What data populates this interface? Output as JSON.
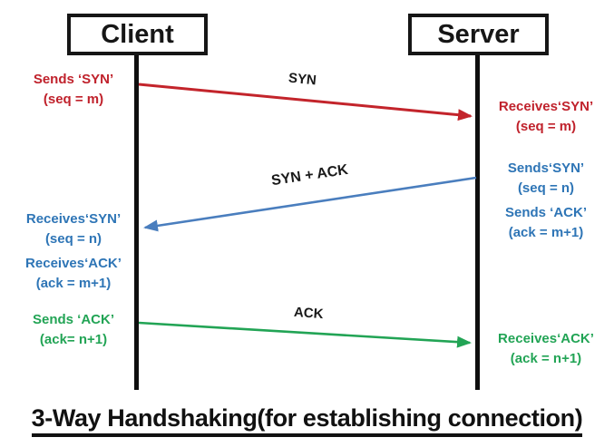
{
  "diagram": {
    "title": "3-Way Handshaking(for establishing connection)",
    "actors": [
      {
        "name": "Client"
      },
      {
        "name": "Server"
      }
    ],
    "colors": {
      "red": "#C0222C",
      "red_arrow": "#C3242B",
      "blue_text": "#2E75B6",
      "blue_arrow": "#4A7EBE",
      "green": "#22A455",
      "black": "#161616"
    },
    "arrows": [
      {
        "label": "SYN",
        "direction": "client-to-server"
      },
      {
        "label": "SYN + ACK",
        "direction": "server-to-client"
      },
      {
        "label": "ACK",
        "direction": "client-to-server"
      }
    ],
    "notes": {
      "left": [
        {
          "line1": "Sends ‘SYN’",
          "line2": "(seq = m)"
        },
        {
          "line1": "Receives‘SYN’",
          "line2": "(seq = n)"
        },
        {
          "line1": "Receives‘ACK’",
          "line2": "(ack = m+1)"
        },
        {
          "line1": "Sends ‘ACK’",
          "line2": "(ack= n+1)"
        }
      ],
      "right": [
        {
          "line1": "Receives‘SYN’",
          "line2": "(seq = m)"
        },
        {
          "line1": "Sends‘SYN’",
          "line2": "(seq = n)"
        },
        {
          "line1": "Sends ‘ACK’",
          "line2": "(ack = m+1)"
        },
        {
          "line1": "Receives‘ACK’",
          "line2": "(ack = n+1)"
        }
      ]
    }
  }
}
